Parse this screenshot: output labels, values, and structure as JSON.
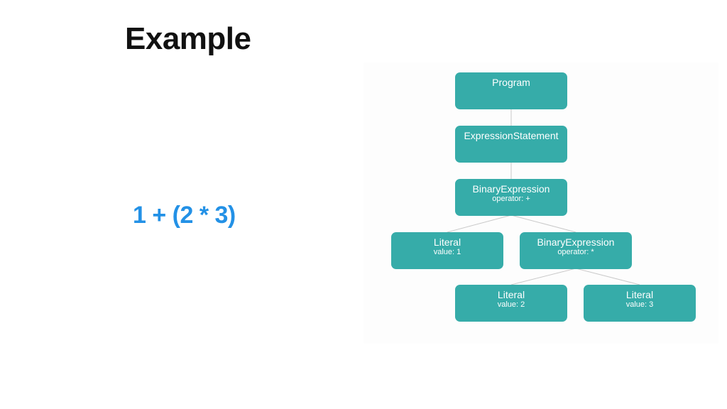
{
  "slide": {
    "title": "Example",
    "expression": "1 + (2 * 3)"
  },
  "colors": {
    "node_fill": "#36aca9",
    "expression_text": "#2391e6",
    "edge": "#c9c9c9"
  },
  "tree": {
    "program": {
      "name": "Program"
    },
    "expression_statement": {
      "name": "ExpressionStatement"
    },
    "binary_plus": {
      "name": "BinaryExpression",
      "detail": "operator: +"
    },
    "literal_1": {
      "name": "Literal",
      "detail": "value: 1"
    },
    "binary_times": {
      "name": "BinaryExpression",
      "detail": "operator: *"
    },
    "literal_2": {
      "name": "Literal",
      "detail": "value: 2"
    },
    "literal_3": {
      "name": "Literal",
      "detail": "value: 3"
    }
  }
}
